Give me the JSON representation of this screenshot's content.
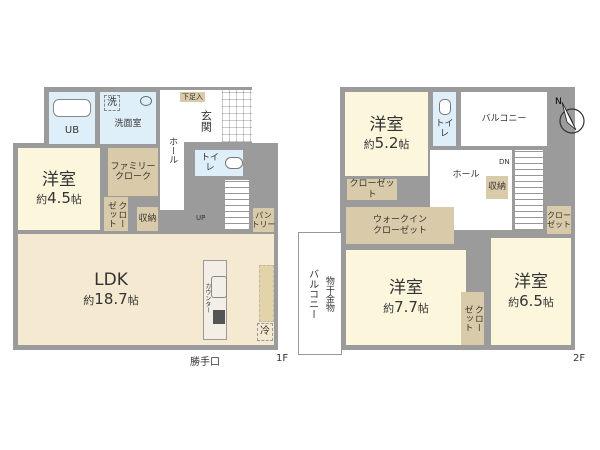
{
  "floor1": {
    "label": "1F",
    "rooms": {
      "bedroom": {
        "name": "洋室",
        "size_prefix": "約",
        "size": "4.5",
        "unit": "帖"
      },
      "ub": {
        "name": "UB"
      },
      "washroom": {
        "name": "洗面室",
        "washer": "洗"
      },
      "family_cloak": {
        "name": "ファミリー\nクローク"
      },
      "closet": {
        "name": "クロー\nゼット"
      },
      "storage": {
        "name": "収納"
      },
      "hall": {
        "name": "ホール"
      },
      "shoe_storage": {
        "name": "下足入"
      },
      "entrance": {
        "name": "玄関"
      },
      "toilet": {
        "name": "トイレ"
      },
      "pantry": {
        "name": "パン\nトリー"
      },
      "ldk": {
        "name": "LDK",
        "size_prefix": "約",
        "size": "18.7",
        "unit": "帖"
      },
      "counter": {
        "name": "カウンター"
      },
      "fridge": {
        "name": "冷"
      }
    },
    "stairs_label": "UP",
    "back_door": "勝手口"
  },
  "floor2": {
    "label": "2F",
    "rooms": {
      "bedroom_a": {
        "name": "洋室",
        "size_prefix": "約",
        "size": "5.2",
        "unit": "帖"
      },
      "closet_a": {
        "name": "クローゼット"
      },
      "toilet": {
        "name": "トイレ"
      },
      "balcony_top": {
        "name": "バルコニー"
      },
      "hall": {
        "name": "ホール"
      },
      "storage": {
        "name": "収納"
      },
      "walkin": {
        "name": "ウォークイン\nクローゼット"
      },
      "closet_b": {
        "name": "クロー\nゼット"
      },
      "balcony_side": {
        "name": "バルコニー",
        "drying": "物干金物"
      },
      "bedroom_b": {
        "name": "洋室",
        "size_prefix": "約",
        "size": "7.7",
        "unit": "帖"
      },
      "closet_c": {
        "name": "クロー\nゼット"
      },
      "bedroom_c": {
        "name": "洋室",
        "size_prefix": "約",
        "size": "6.5",
        "unit": "帖"
      }
    },
    "stairs_label": "DN"
  },
  "compass": {
    "north": "N"
  },
  "colors": {
    "wall": "#9b9b9b",
    "bedroom": "#fbf6dc",
    "ldk": "#f6e9d1",
    "closet": "#d9cba9",
    "wet": "#dfeff9"
  }
}
